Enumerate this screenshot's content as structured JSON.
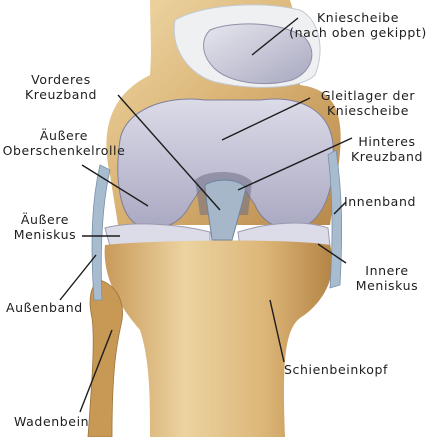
{
  "labels": {
    "kniescheibe_1": "Kniescheibe",
    "kniescheibe_2": "(nach oben gekippt)",
    "vorderes_1": "Vorderes",
    "vorderes_2": "Kreuzband",
    "gleitlager_1": "Gleitlager der",
    "gleitlager_2": "Kniescheibe",
    "aeussere_rolle_1": "Äußere",
    "aeussere_rolle_2": "Oberschenkelrolle",
    "hinteres_1": "Hinteres",
    "hinteres_2": "Kreuzband",
    "innenband": "Innenband",
    "aeussere_meniskus_1": "Äußere",
    "aeussere_meniskus_2": "Meniskus",
    "innere_meniskus_1": "Innere",
    "innere_meniskus_2": "Meniskus",
    "aussenband": "Außenband",
    "schienbeinkopf": "Schienbeinkopf",
    "wadenbein": "Wadenbein"
  },
  "colors": {
    "bone_light": "#e8cf9a",
    "bone_mid": "#d2a865",
    "bone_dark": "#a97b3e",
    "cartilage": "#b9b8cd",
    "cartilage_light": "#d6d6e4",
    "ligament": "#9fb3c8",
    "meniscus": "#d8d8e6",
    "line": "#1c1c1c"
  }
}
